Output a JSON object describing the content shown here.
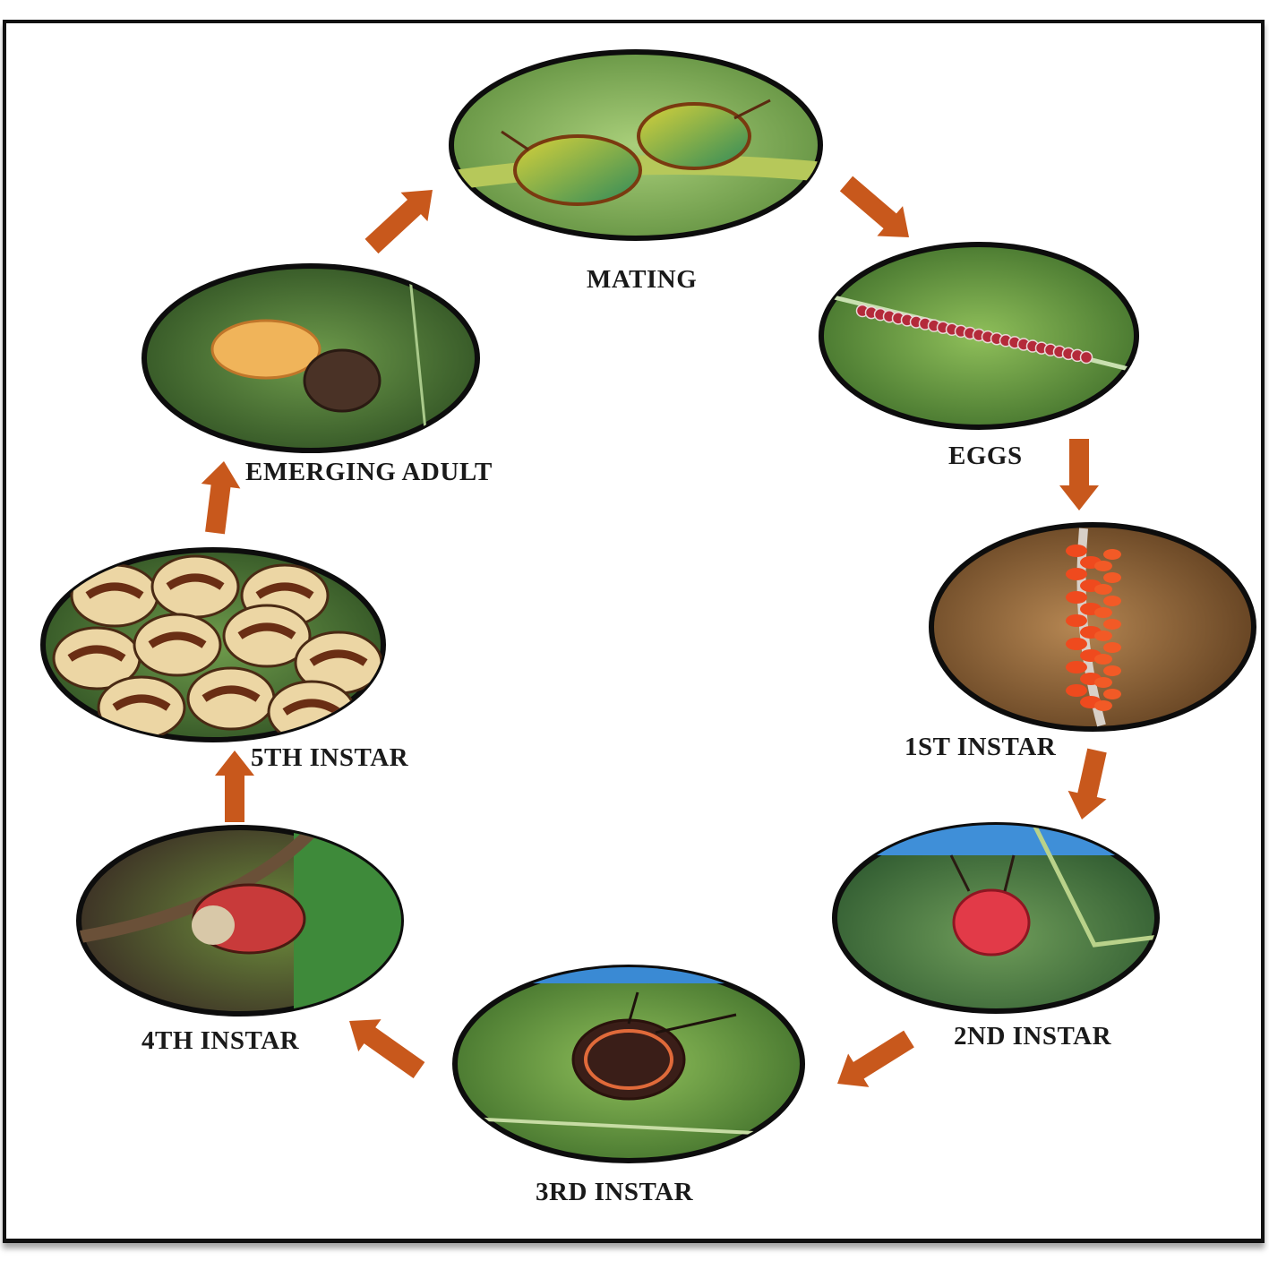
{
  "stages": [
    {
      "id": "mating",
      "label": "MATING"
    },
    {
      "id": "eggs",
      "label": "EGGS"
    },
    {
      "id": "1st-instar",
      "label": "1ST INSTAR"
    },
    {
      "id": "2nd-instar",
      "label": "2ND INSTAR"
    },
    {
      "id": "3rd-instar",
      "label": "3RD INSTAR"
    },
    {
      "id": "4th-instar",
      "label": "4TH INSTAR"
    },
    {
      "id": "5th-instar",
      "label": "5TH INSTAR"
    },
    {
      "id": "emerging-adult",
      "label": "EMERGING ADULT"
    }
  ],
  "colors": {
    "arrow": "#c8581c",
    "ellipse_border": "#0d0d0d",
    "frame_border": "#111111",
    "label_text": "#1a1a1a"
  }
}
